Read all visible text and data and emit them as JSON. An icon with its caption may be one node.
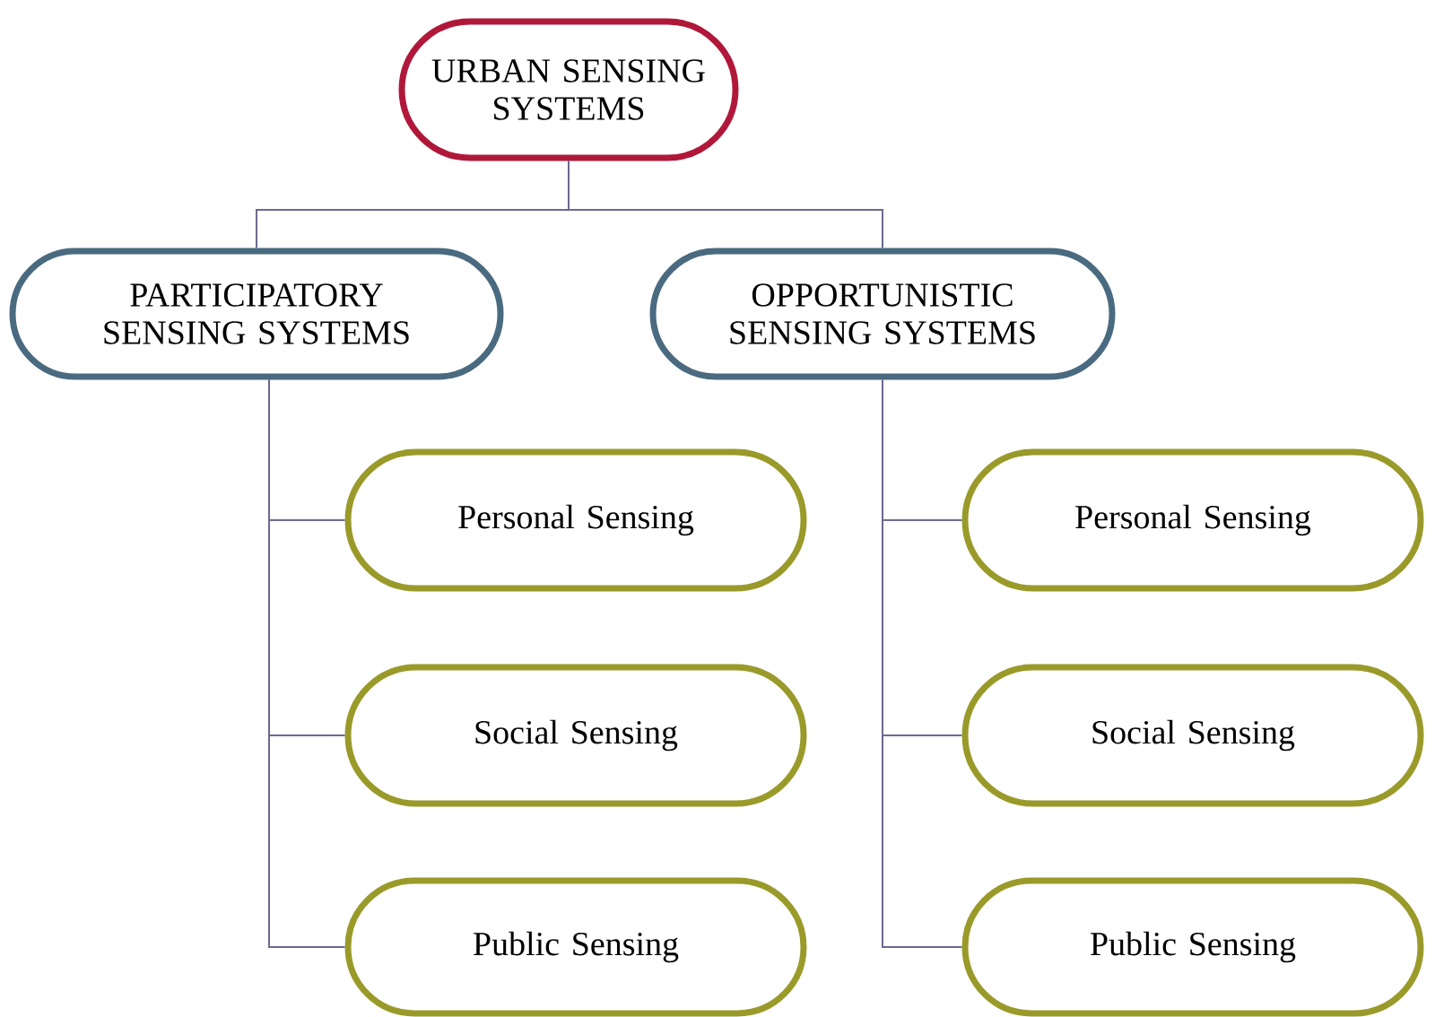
{
  "diagram": {
    "nodes": [
      {
        "text": [
          "URBAN SENSING SYSTEMS"
        ]
      },
      {
        "text": [
          "PARTICIPATORY SENSING SYSTEMS"
        ]
      },
      {
        "text": [
          "OPPORTUNISTIC SENSING SYSTEMS"
        ]
      },
      {
        "text": [
          "Personal Sensing"
        ]
      },
      {
        "text": [
          "Social Sensing"
        ]
      },
      {
        "text": [
          "Public Sensing"
        ]
      },
      {
        "text": [
          "Personal Sensing"
        ]
      },
      {
        "text": [
          "Social Sensing"
        ]
      },
      {
        "text": [
          "Public Sensing"
        ]
      }
    ],
    "edges": [
      {
        "from": 0,
        "to": 1,
        "arrow": "none"
      },
      {
        "from": 0,
        "to": 2,
        "arrow": "none"
      },
      {
        "from": 1,
        "to": 3,
        "arrow": "none"
      },
      {
        "from": 1,
        "to": 4,
        "arrow": "none"
      },
      {
        "from": 1,
        "to": 5,
        "arrow": "none"
      },
      {
        "from": 2,
        "to": 6,
        "arrow": "none"
      },
      {
        "from": 2,
        "to": 7,
        "arrow": "none"
      },
      {
        "from": 2,
        "to": 8,
        "arrow": "none"
      }
    ]
  }
}
